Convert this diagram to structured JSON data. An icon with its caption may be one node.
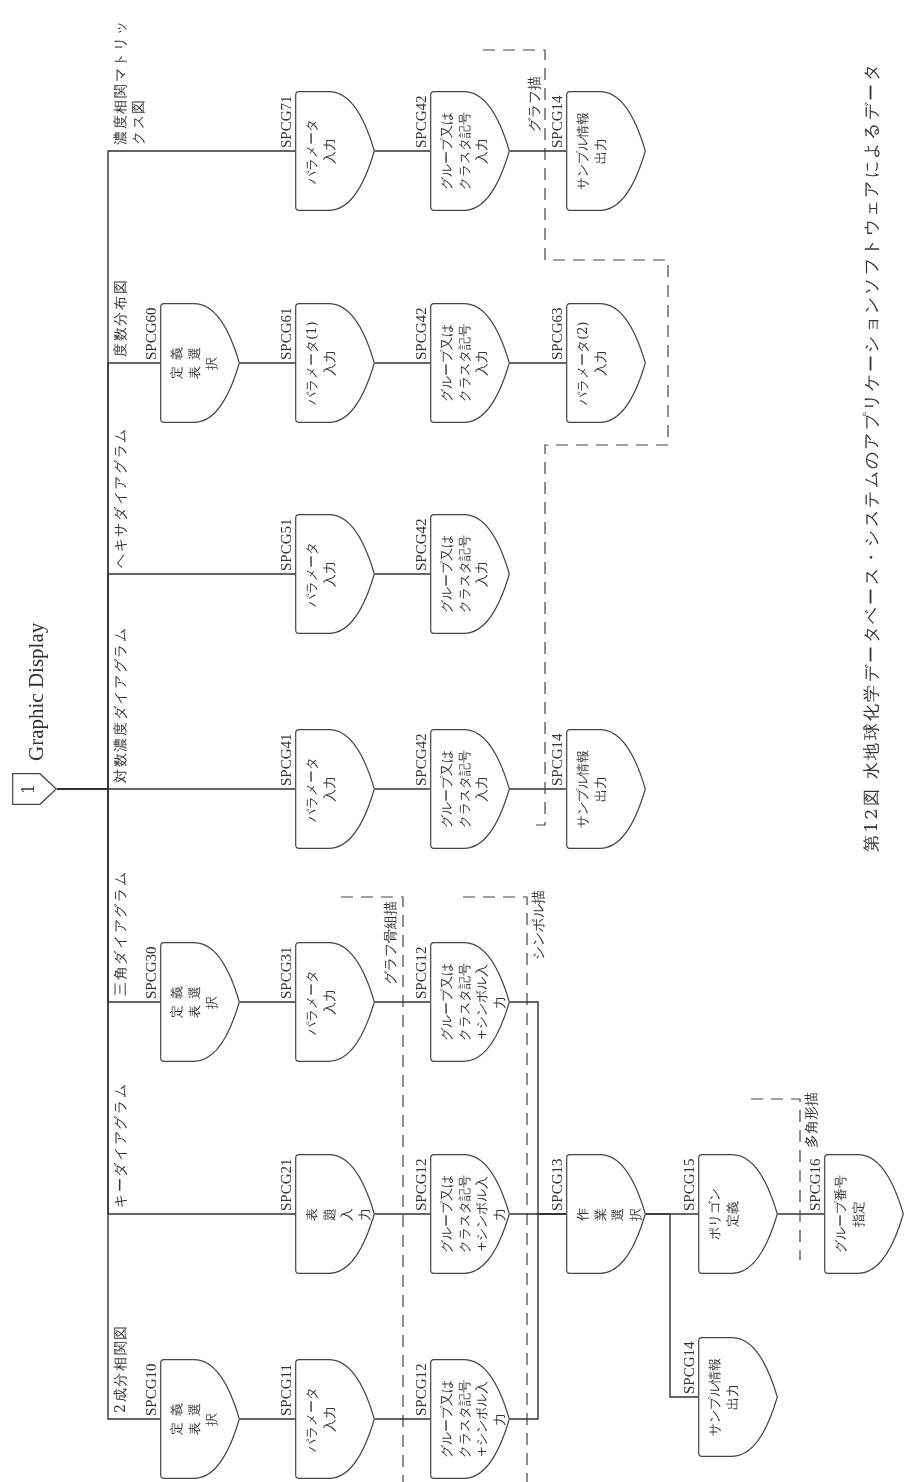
{
  "diagram": {
    "caption": "第12図 水地球化学データベース・システムのアプリケーションソフトウェアによるデータ",
    "nodes": [
      {
        "text": [
          "1"
        ],
        "beside": [
          "Graphic Display"
        ]
      },
      {
        "text": [
          "定義表選択"
        ],
        "beside": [
          "SPCG10"
        ]
      },
      {
        "text": [
          "パラメータ入力"
        ],
        "beside": [
          "SPCG11"
        ]
      },
      {
        "text": [
          "グループ又はクラスタ記号+シンボル入力"
        ],
        "beside": [
          "SPCG12"
        ]
      },
      {
        "text": [
          "表題入力"
        ],
        "beside": [
          "SPCG21"
        ]
      },
      {
        "text": [
          "グループ又はクラスタ記号+シンボル入力"
        ],
        "beside": [
          "SPCG12"
        ]
      },
      {
        "text": [
          "作業選択"
        ],
        "beside": [
          "SPCG13"
        ]
      },
      {
        "text": [
          "ポリゴン定義"
        ],
        "beside": [
          "SPCG15"
        ]
      },
      {
        "text": [
          "グループ番号指定"
        ],
        "beside": [
          "SPCG16"
        ]
      },
      {
        "text": [
          "サンプル情報出力"
        ],
        "beside": [
          "SPCG14"
        ]
      },
      {
        "text": [
          "定義表選択"
        ],
        "beside": [
          "SPCG30"
        ]
      },
      {
        "text": [
          "パラメータ入力"
        ],
        "beside": [
          "SPCG31"
        ]
      },
      {
        "text": [
          "グループ又はクラスタ記号+シンボル入力"
        ],
        "beside": [
          "SPCG12"
        ]
      },
      {
        "text": [
          "パラメータ入力"
        ],
        "beside": [
          "SPCG41"
        ]
      },
      {
        "text": [
          "グループ又はクラスタ記号入力"
        ],
        "beside": [
          "SPCG42"
        ]
      },
      {
        "text": [
          "サンプル情報出力"
        ],
        "beside": [
          "SPCG14"
        ]
      },
      {
        "text": [
          "パラメータ入力"
        ],
        "beside": [
          "SPCG51"
        ]
      },
      {
        "text": [
          "グループ又はクラスタ記号入力"
        ],
        "beside": [
          "SPCG42"
        ]
      },
      {
        "text": [
          "定義表選択"
        ],
        "beside": [
          "SPCG60"
        ]
      },
      {
        "text": [
          "パラメータ(1)入力"
        ],
        "beside": [
          "SPCG61"
        ]
      },
      {
        "text": [
          "グループ又はクラスタ記号入力"
        ],
        "beside": [
          "SPCG42"
        ]
      },
      {
        "text": [
          "パラメータ(2)入力"
        ],
        "beside": [
          "SPCG63"
        ]
      },
      {
        "text": [
          "パラメータ入力"
        ],
        "beside": [
          "SPCG71"
        ]
      },
      {
        "text": [
          "グループ又はクラスタ記号入力"
        ],
        "beside": [
          "SPCG42"
        ]
      },
      {
        "text": [
          "サンプル情報出力"
        ],
        "beside": [
          "SPCG14"
        ]
      }
    ],
    "edges": [
      {
        "from": 0,
        "to": 1,
        "arrow": "none",
        "label": "2成分相関図"
      },
      {
        "from": 0,
        "to": 4,
        "arrow": "none",
        "label": "キーダイアグラム"
      },
      {
        "from": 0,
        "to": 10,
        "arrow": "none",
        "label": "三角ダイアグラム"
      },
      {
        "from": 0,
        "to": 13,
        "arrow": "none",
        "label": "対数濃度ダイアグラム"
      },
      {
        "from": 0,
        "to": 16,
        "arrow": "none",
        "label": "ヘキサダイアグラム"
      },
      {
        "from": 0,
        "to": 18,
        "arrow": "none",
        "label": "度数分布図"
      },
      {
        "from": 0,
        "to": 22,
        "arrow": "none",
        "label": "濃度相関マトリックス図"
      },
      {
        "from": 1,
        "to": 2,
        "arrow": "none"
      },
      {
        "from": 2,
        "to": 3,
        "arrow": "none"
      },
      {
        "from": 3,
        "to": 6,
        "arrow": "none"
      },
      {
        "from": 4,
        "to": 5,
        "arrow": "none"
      },
      {
        "from": 5,
        "to": 6,
        "arrow": "none"
      },
      {
        "from": 6,
        "to": 7,
        "arrow": "none"
      },
      {
        "from": 6,
        "to": 9,
        "arrow": "none"
      },
      {
        "from": 7,
        "to": 8,
        "arrow": "none"
      },
      {
        "from": 10,
        "to": 11,
        "arrow": "none"
      },
      {
        "from": 11,
        "to": 12,
        "arrow": "none"
      },
      {
        "from": 12,
        "to": 6,
        "arrow": "none"
      },
      {
        "from": 13,
        "to": 14,
        "arrow": "none"
      },
      {
        "from": 14,
        "to": 15,
        "arrow": "none"
      },
      {
        "from": 16,
        "to": 17,
        "arrow": "none"
      },
      {
        "from": 18,
        "to": 19,
        "arrow": "none"
      },
      {
        "from": 19,
        "to": 20,
        "arrow": "none"
      },
      {
        "from": 20,
        "to": 21,
        "arrow": "none"
      },
      {
        "from": 22,
        "to": 23,
        "arrow": "none"
      },
      {
        "from": 23,
        "to": 24,
        "arrow": "none"
      }
    ],
    "labels": [
      "グラフ骨組描",
      "シンボル描",
      "グラフ描",
      "多角形描"
    ]
  }
}
